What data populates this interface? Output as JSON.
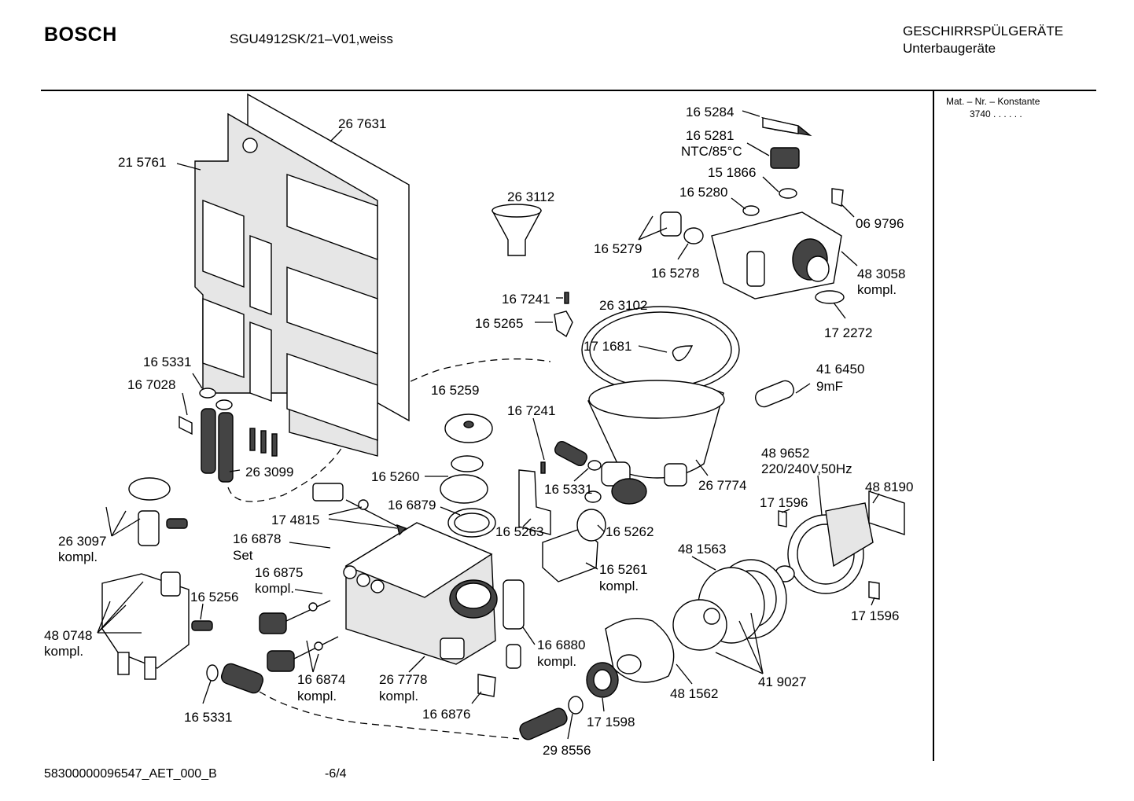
{
  "header": {
    "brand": "BOSCH",
    "model": "SGU4912SK/21–V01,weiss",
    "category": "GESCHIRRSPÜLGERÄTE",
    "subcategory": "Unterbaugeräte"
  },
  "sidebar": {
    "mat_label": "Mat. – Nr. – Konstante",
    "mat_value": "3740  .  .    .  .  .  ."
  },
  "footer": {
    "doc_id": "58300000096547_AET_000_B",
    "page": "-6/4"
  },
  "labels": [
    {
      "id": "l1",
      "lines": [
        "21 5761"
      ]
    },
    {
      "id": "l2",
      "lines": [
        "26 7631"
      ]
    },
    {
      "id": "l3",
      "lines": [
        "16 5331"
      ]
    },
    {
      "id": "l4",
      "lines": [
        "16 7028"
      ]
    },
    {
      "id": "l5",
      "lines": [
        "26 3099"
      ]
    },
    {
      "id": "l6",
      "lines": [
        "26 3097",
        "kompl."
      ]
    },
    {
      "id": "l7",
      "lines": [
        "48 0748",
        "kompl."
      ]
    },
    {
      "id": "l8",
      "lines": [
        "16 5256"
      ]
    },
    {
      "id": "l9",
      "lines": [
        "16 5331"
      ]
    },
    {
      "id": "l10",
      "lines": [
        "26 3112"
      ]
    },
    {
      "id": "l11",
      "lines": [
        "16 5284"
      ]
    },
    {
      "id": "l12",
      "lines": [
        "16 5281",
        "NTC/85°C"
      ]
    },
    {
      "id": "l13",
      "lines": [
        "15 1866"
      ]
    },
    {
      "id": "l14",
      "lines": [
        "16 5280"
      ]
    },
    {
      "id": "l15",
      "lines": [
        "06 9796"
      ]
    },
    {
      "id": "l16",
      "lines": [
        "16 5279"
      ]
    },
    {
      "id": "l17",
      "lines": [
        "16 5278"
      ]
    },
    {
      "id": "l18",
      "lines": [
        "48 3058",
        "kompl."
      ]
    },
    {
      "id": "l19",
      "lines": [
        "17 2272"
      ]
    },
    {
      "id": "l20",
      "lines": [
        "16 7241"
      ]
    },
    {
      "id": "l21",
      "lines": [
        "16 5265"
      ]
    },
    {
      "id": "l22",
      "lines": [
        "26 3102"
      ]
    },
    {
      "id": "l23",
      "lines": [
        "17 1681"
      ]
    },
    {
      "id": "l24",
      "lines": [
        "41 6450",
        "9mF"
      ]
    },
    {
      "id": "l25",
      "lines": [
        "16 5259"
      ]
    },
    {
      "id": "l26",
      "lines": [
        "16 7241"
      ]
    },
    {
      "id": "l27",
      "lines": [
        "16 5260"
      ]
    },
    {
      "id": "l28",
      "lines": [
        "16 5331"
      ]
    },
    {
      "id": "l29",
      "lines": [
        "26 7774"
      ]
    },
    {
      "id": "l30",
      "lines": [
        "48 9652",
        "220/240V,50Hz"
      ]
    },
    {
      "id": "l31",
      "lines": [
        "48 8190"
      ]
    },
    {
      "id": "l32",
      "lines": [
        "17 1596"
      ]
    },
    {
      "id": "l33",
      "lines": [
        "17 4815"
      ]
    },
    {
      "id": "l34",
      "lines": [
        "16 6879"
      ]
    },
    {
      "id": "l35",
      "lines": [
        "16 5263"
      ]
    },
    {
      "id": "l36",
      "lines": [
        "16 5262"
      ]
    },
    {
      "id": "l37",
      "lines": [
        "16 6878",
        "Set"
      ]
    },
    {
      "id": "l38",
      "lines": [
        "16 5261",
        "kompl."
      ]
    },
    {
      "id": "l39",
      "lines": [
        "48 1563"
      ]
    },
    {
      "id": "l40",
      "lines": [
        "16 6875",
        "kompl."
      ]
    },
    {
      "id": "l41",
      "lines": [
        "17 1596"
      ]
    },
    {
      "id": "l42",
      "lines": [
        "16 6880",
        "kompl."
      ]
    },
    {
      "id": "l43",
      "lines": [
        "16 6874",
        "kompl."
      ]
    },
    {
      "id": "l44",
      "lines": [
        "26 7778",
        "kompl."
      ]
    },
    {
      "id": "l45",
      "lines": [
        "16 6876"
      ]
    },
    {
      "id": "l46",
      "lines": [
        "48 1562"
      ]
    },
    {
      "id": "l47",
      "lines": [
        "41 9027"
      ]
    },
    {
      "id": "l48",
      "lines": [
        "17 1598"
      ]
    },
    {
      "id": "l49",
      "lines": [
        "29 8556"
      ]
    }
  ]
}
